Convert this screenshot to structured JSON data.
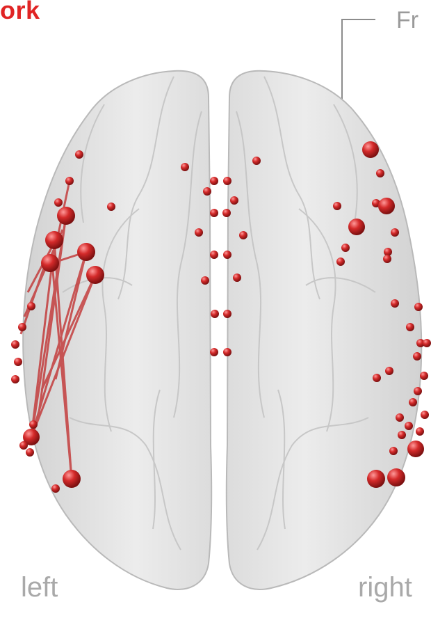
{
  "title_fragment": "ork",
  "callout_label": "Fr",
  "left_label": "left",
  "right_label": "right",
  "colors": {
    "node": "#d42a2a",
    "edge": "#c02828",
    "brain_fill": "#e6e6e6",
    "brain_edge": "#b9b9b9",
    "title": "#e02424",
    "label_grey": "#a9a9a9"
  }
}
